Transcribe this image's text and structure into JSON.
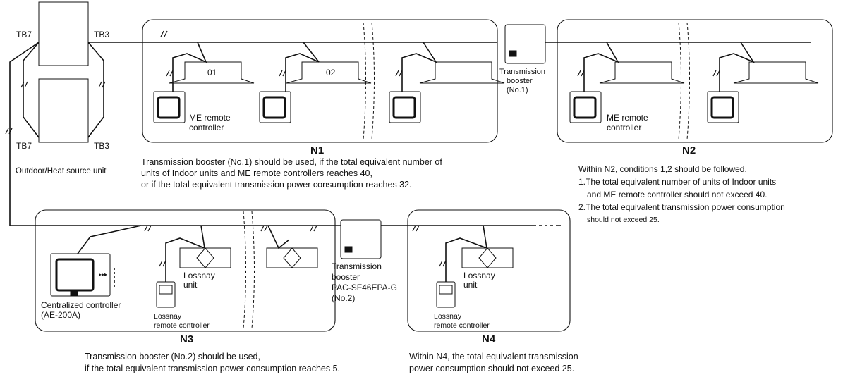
{
  "outdoor": {
    "tb7_top": "TB7",
    "tb3_top": "TB3",
    "tb7_bottom": "TB7",
    "tb3_bottom": "TB3",
    "caption": "Outdoor/Heat source unit"
  },
  "n1": {
    "label": "N1",
    "unit_01": "01",
    "unit_02": "02",
    "remote_line1": "ME remote",
    "remote_line2": "controller",
    "note_lines": [
      "Transmission booster (No.1) should be used, if the total equivalent number of",
      "units of Indoor units and ME remote controllers reaches 40,",
      "or if the total equivalent transmission power consumption reaches 32."
    ]
  },
  "booster1": {
    "lines": [
      "Transmission",
      "booster",
      "(No.1)"
    ]
  },
  "n2": {
    "label": "N2",
    "remote_line1": "ME remote",
    "remote_line2": "controller",
    "note_intro": "Within N2, conditions 1,2 should be followed.",
    "cond1_a": "1.The total equivalent number of units of Indoor units",
    "cond1_b": "and ME remote controller should not exceed 40.",
    "cond2_a": "2.The total equivalent transmission power consumption",
    "cond2_b": "should not exceed 25."
  },
  "n3": {
    "label": "N3",
    "central_line1": "Centralized controller",
    "central_line2": "(AE-200A)",
    "lossnay_unit_line1": "Lossnay",
    "lossnay_unit_line2": "unit",
    "lossnay_remote_line1": "Lossnay",
    "lossnay_remote_line2": "remote controller",
    "note_lines": [
      "Transmission booster (No.2) should be used,",
      "if the total equivalent transmission power consumption reaches 5."
    ]
  },
  "booster2": {
    "lines": [
      "Transmission",
      "booster",
      "PAC-SF46EPA-G",
      "(No.2)"
    ]
  },
  "n4": {
    "label": "N4",
    "lossnay_unit_line1": "Lossnay",
    "lossnay_unit_line2": "unit",
    "lossnay_remote_line1": "Lossnay",
    "lossnay_remote_line2": "remote controller",
    "note_lines": [
      "Within N4, the total equivalent transmission",
      "power consumption should not exceed 25."
    ]
  }
}
